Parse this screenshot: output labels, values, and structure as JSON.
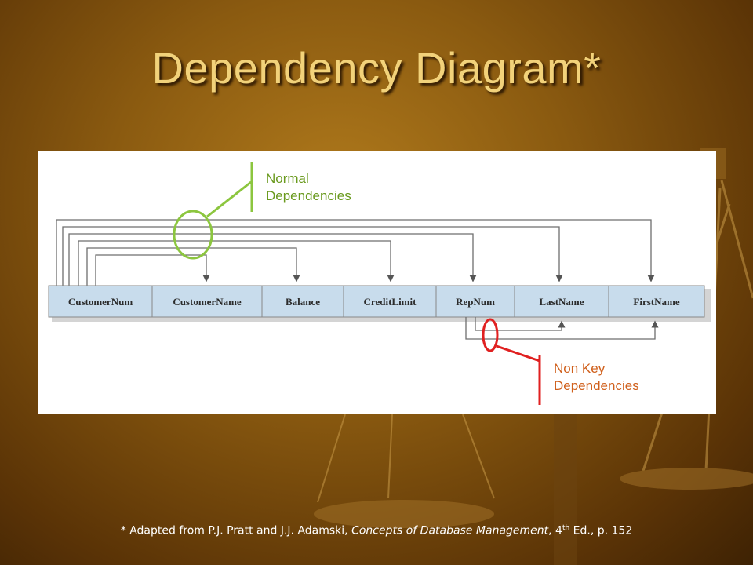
{
  "slide": {
    "title": "Dependency Diagram*",
    "background_color": "#8a5a10",
    "title_color": "#f2d27a"
  },
  "diagram": {
    "fields": [
      "CustomerNum",
      "CustomerName",
      "Balance",
      "CreditLimit",
      "RepNum",
      "LastName",
      "FirstName"
    ],
    "normal_dependencies": {
      "from": "CustomerNum",
      "to": [
        "CustomerName",
        "Balance",
        "CreditLimit",
        "RepNum",
        "LastName",
        "FirstName"
      ]
    },
    "non_key_dependencies": {
      "from": "RepNum",
      "to": [
        "LastName",
        "FirstName"
      ]
    },
    "field_fill": "#c8dcec"
  },
  "callouts": {
    "normal": {
      "line1": "Normal",
      "line2": "Dependencies",
      "color": "#8cc63f"
    },
    "nonkey": {
      "line1": "Non Key",
      "line2": "Dependencies",
      "color": "#e02020"
    }
  },
  "footnote": {
    "prefix": "* Adapted from P.J. Pratt and J.J. Adamski, ",
    "book": "Concepts of Database Management",
    "edition_num": ", 4",
    "edition_sup": "th",
    "suffix": " Ed., p. 152"
  }
}
